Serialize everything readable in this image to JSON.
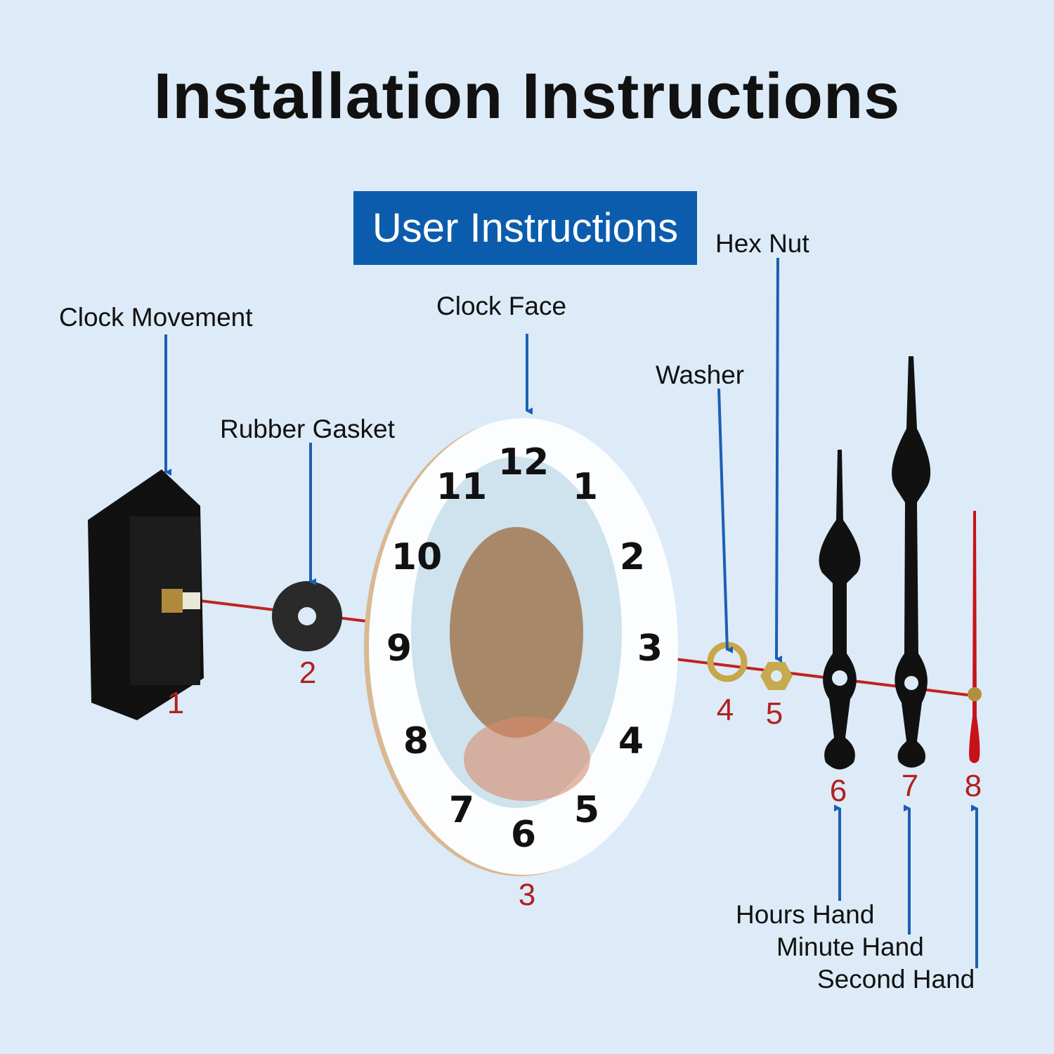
{
  "title": "Installation Instructions",
  "badge": "User Instructions",
  "parts": [
    {
      "number": "1",
      "label": "Clock Movement"
    },
    {
      "number": "2",
      "label": "Rubber Gasket"
    },
    {
      "number": "3",
      "label": "Clock Face"
    },
    {
      "number": "4",
      "label": "Washer"
    },
    {
      "number": "5",
      "label": "Hex Nut"
    },
    {
      "number": "6",
      "label": "Hours Hand"
    },
    {
      "number": "7",
      "label": "Minute Hand"
    },
    {
      "number": "8",
      "label": "Second Hand"
    }
  ],
  "dial_numerals": [
    "12",
    "1",
    "2",
    "3",
    "4",
    "5",
    "6",
    "7",
    "8",
    "9",
    "10",
    "11"
  ],
  "colors": {
    "background": "#dcebf7",
    "badge": "#0b5cad",
    "arrow": "#1a5fb4",
    "number": "#b3201f",
    "axis": "#c0231f"
  }
}
